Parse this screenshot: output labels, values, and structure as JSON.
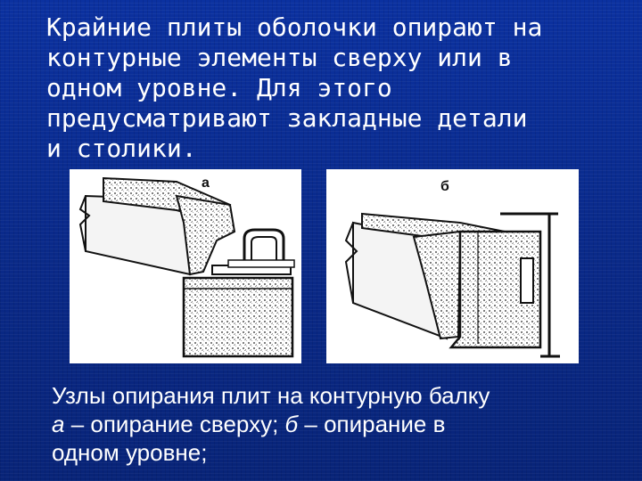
{
  "slide": {
    "title_lines": [
      " Крайние плиты оболочки опирают на",
      "контурные элементы сверху или в",
      "одном уровне. Для этого",
      "предусматривают закладные детали",
      "и столики."
    ],
    "figure_a_label": "а",
    "figure_b_label": "б",
    "caption": {
      "line1": "Узлы опирания плит на контурную балку",
      "line2_a": "а",
      "line2_mid": " – опирание сверху; ",
      "line2_b": "б",
      "line2_end": " – опирание в",
      "line3": "одном уровне;"
    }
  }
}
